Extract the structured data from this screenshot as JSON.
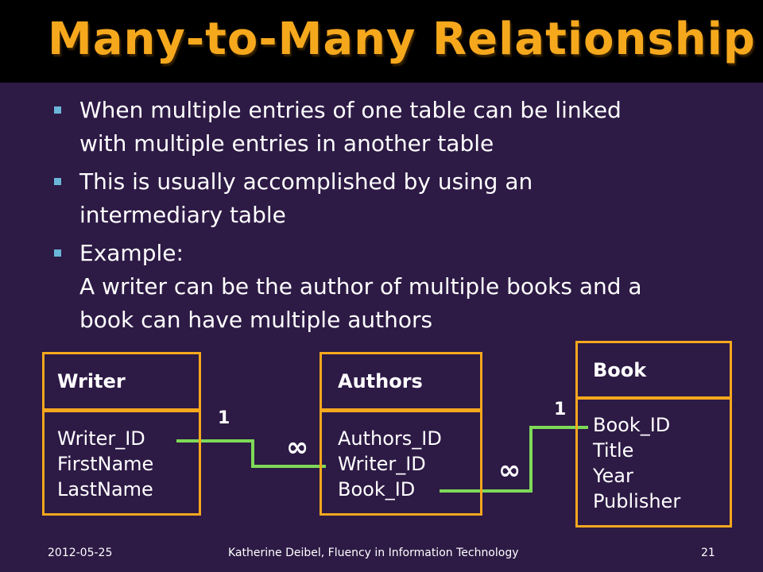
{
  "title": "Many-to-Many Relationship",
  "bullets": [
    {
      "lines": [
        "When multiple entries of one table can be linked",
        "with multiple entries in another table"
      ]
    },
    {
      "lines": [
        "This is usually accomplished by using an",
        "intermediary table"
      ]
    },
    {
      "lines": [
        "Example:",
        "A writer can be the author of multiple books and a",
        "book can have multiple authors"
      ]
    }
  ],
  "tables": {
    "writer": {
      "name": "Writer",
      "fields": [
        "Writer_ID",
        "FirstName",
        "LastName"
      ]
    },
    "authors": {
      "name": "Authors",
      "fields": [
        "Authors_ID",
        "Writer_ID",
        "Book_ID"
      ]
    },
    "book": {
      "name": "Book",
      "fields": [
        "Book_ID",
        "Title",
        "Year",
        "Publisher"
      ]
    }
  },
  "cardinality": {
    "writer_side": "1",
    "authors_writer_side": "∞",
    "authors_book_side": "∞",
    "book_side": "1"
  },
  "footer": {
    "date": "2012-05-25",
    "credit": "Katherine Deibel, Fluency in Information Technology",
    "page": "21"
  },
  "colors": {
    "background": "#2d1a45",
    "title": "#f6a81d",
    "box_border": "#f6a81d",
    "connector": "#7ed957",
    "bullet": "#6ab6d8"
  }
}
